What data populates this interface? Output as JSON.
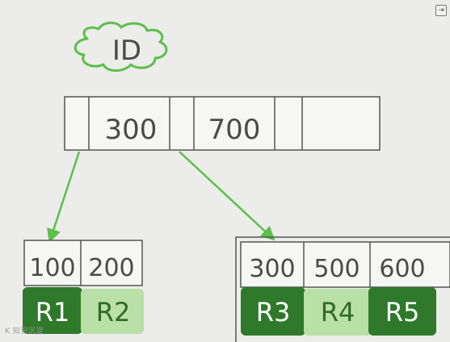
{
  "index_name": "ID",
  "root_node": {
    "keys": [
      "300",
      "700"
    ]
  },
  "leaf_left": {
    "keys": [
      "100",
      "200"
    ],
    "rows": [
      "R1",
      "R2"
    ]
  },
  "leaf_right": {
    "keys": [
      "300",
      "500",
      "600"
    ],
    "rows": [
      "R3",
      "R4",
      "R5"
    ]
  },
  "watermark": "K 知识沉淀",
  "icons": {
    "corner": "exit-icon"
  },
  "colors": {
    "cloud": "#5cbf4a",
    "arrow": "#5cbf4a",
    "dark_row": "#2f7a2a",
    "light_row": "#b9e0a6",
    "line": "#555555"
  }
}
